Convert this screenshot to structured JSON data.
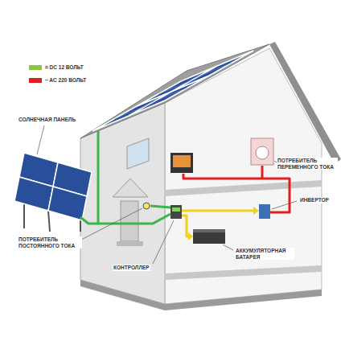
{
  "diagram": {
    "labels": [
      "СОЛНЕЧНАЯ ПАНЕЛЬ",
      "ПОТРЕБИТЕЛЬ ПЕРЕМЕННОГО ТОКА",
      "ИНВЕРТОР",
      "ПОТРЕБИТЕЛЬ ПОСТОЯННОГО ТОКА",
      "КОНТРОЛЛЕР",
      "АККУМУЛЯТОРНАЯ БАТАРЕЯ"
    ],
    "legend": [
      {
        "text": "= DC 12 ВОЛЬТ",
        "color": "#8dc63f"
      },
      {
        "text": "~ AC 220 ВОЛЬТ",
        "color": "#e02020"
      }
    ]
  }
}
